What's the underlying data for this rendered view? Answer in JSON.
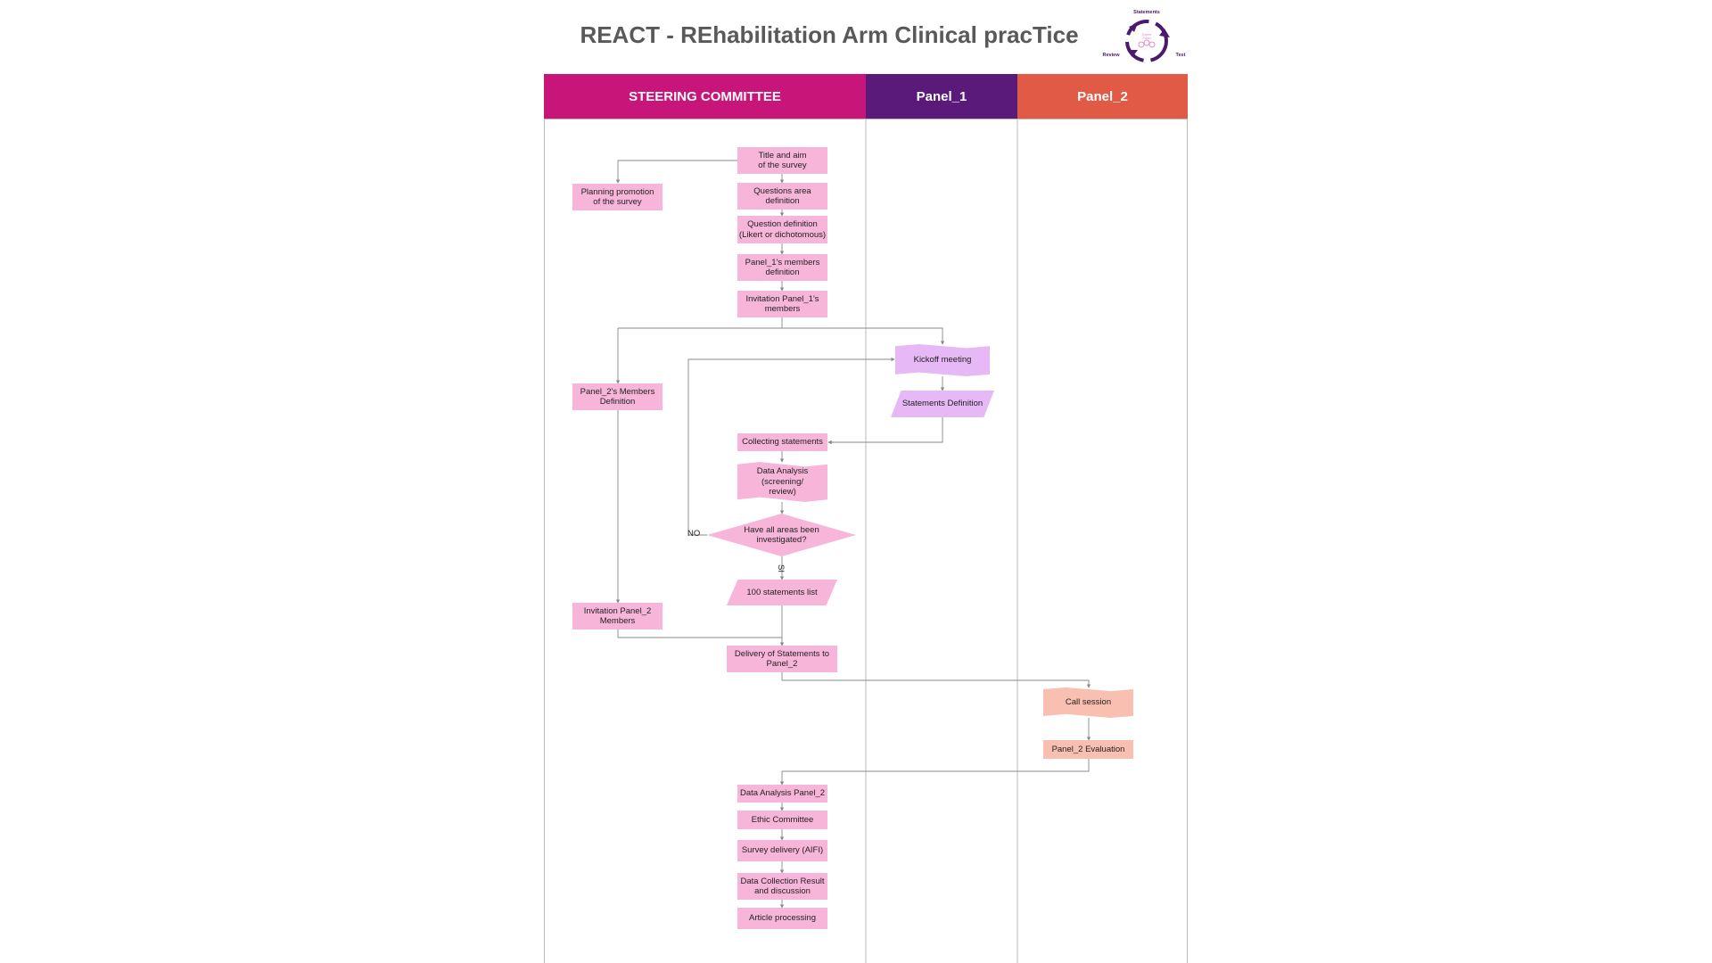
{
  "title": "REACT - REhabilitation Arm Clinical pracTice",
  "logo": {
    "top_label": "Statements",
    "left_label": "Review",
    "right_label": "Test",
    "center_label": "Expert\nPanel"
  },
  "lanes": [
    {
      "label": "STEERING COMMITTEE",
      "color": "#c8157a"
    },
    {
      "label": "Panel_1",
      "color": "#5a1a7a"
    },
    {
      "label": "Panel_2",
      "color": "#e05a45"
    }
  ],
  "nodes": {
    "title_aim": "Title and aim\nof the survey",
    "planning_promotion": "Planning promotion\nof the survey",
    "questions_area": "Questions area\ndefinition",
    "question_definition": "Question definition\n(Likert or dichotomous)",
    "panel1_members_definition": "Panel_1's members\ndefinition",
    "invitation_panel1": "Invitation Panel_1's\nmembers",
    "kickoff_meeting": "Kickoff meeting",
    "panel2_members_definition": "Panel_2's  Members\nDefinition",
    "statements_definition": "Statements Definition",
    "collecting_statements": "Collecting statements",
    "data_analysis": "Data Analysis\n(screening/\nreview)",
    "all_areas_decision": "Have all areas been\ninvestigated?",
    "statements_list": "100 statements list",
    "invitation_panel2": "Invitation Panel_2\nMembers",
    "delivery_statements": "Delivery of Statements to\nPanel_2",
    "call_session": "Call session",
    "panel2_evaluation": "Panel_2 Evaluation",
    "data_analysis_panel2": "Data Analysis Panel_2",
    "ethic_committee": "Ethic Committee",
    "survey_delivery": "Survey delivery (AIFI)",
    "data_collection": "Data Collection Result\nand discussion",
    "article_processing": "Article processing"
  },
  "edge_labels": {
    "no": "NO",
    "yes": "SI"
  },
  "colors": {
    "node_pink": "#f7b5d9",
    "node_panel1": "#e6b8f5",
    "node_panel2": "#f9bfb0",
    "connector": "#888888",
    "title": "#595959"
  }
}
